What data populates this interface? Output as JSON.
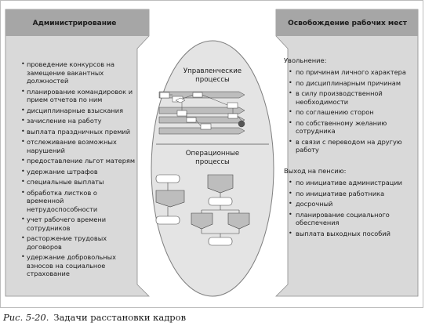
{
  "left_panel": {
    "title": "Администрирование",
    "items": [
      "проведение конкурсов на замещение вакантных должностей",
      "планирование командировок и прием отчетов по ним",
      "дисциплинарные взыскания",
      "зачисление на работу",
      "выплата праздничных премий",
      "отслеживание возможных нарушений",
      "предоставление льгот матерям",
      "удержание штрафов",
      "специальные выплаты",
      "обработка листков о временной нетрудоспособности",
      "учет рабочего времени сотрудников",
      "расторжение трудовых договоров",
      "удержание добровольных взносов на социальное страхование"
    ]
  },
  "right_panel": {
    "title": "Освобождение рабочих мест",
    "group1_label": "Увольнение:",
    "group1_items": [
      "по причинам личного характера",
      "по дисциплинарным причинам",
      "в силу производственной необходимости",
      "по соглашению сторон",
      "по собственному желанию сотрудника",
      "в связи с переводом на другую работу"
    ],
    "group2_label": "Выход на пенсию:",
    "group2_items": [
      "по инициативе администрации",
      "по инициативе работника",
      "досрочный",
      "планирование социального обеспечения",
      "выплата выходных пособий"
    ]
  },
  "center": {
    "top_title": "Управленческие процессы",
    "bottom_title": "Операционные процессы"
  },
  "caption": {
    "number": "Рис. 5-20.",
    "text": "Задачи расстановки кадров"
  },
  "colors": {
    "panel_fill": "#d9d9d9",
    "header_fill": "#a6a6a6",
    "ellipse_fill": "#e6e6e6",
    "border": "#7f7f7f"
  }
}
